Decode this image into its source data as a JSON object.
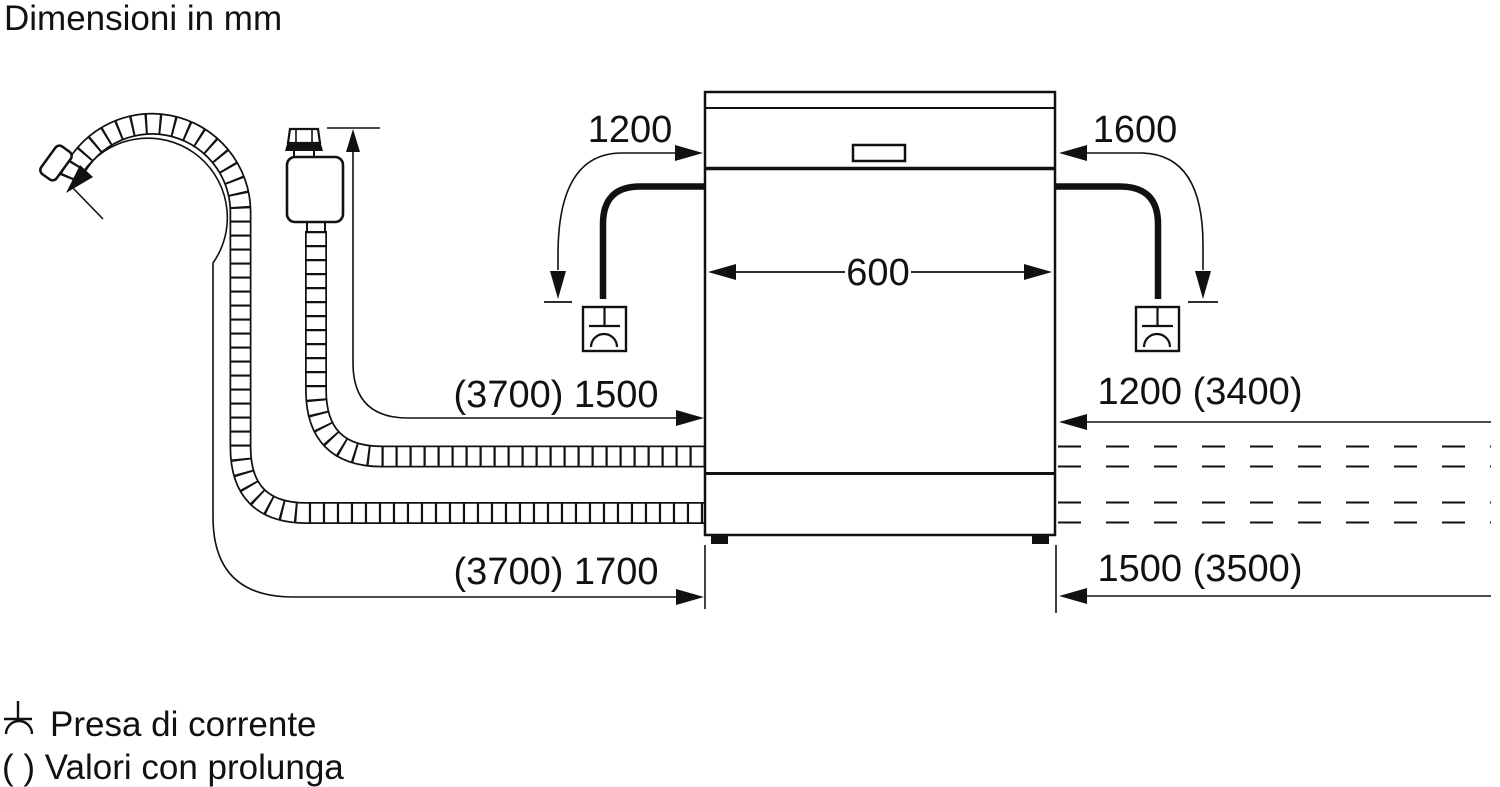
{
  "title": "Dimensioni in mm",
  "colors": {
    "ink": "#111111",
    "background": "#ffffff"
  },
  "diagram": {
    "appliance": "dishwasher-front-view",
    "labels": {
      "power_cord_left": "1200",
      "power_cord_right": "1600",
      "appliance_width": "600",
      "inlet_hose": "(3700) 1500",
      "inlet_right": "1200 (3400)",
      "drain_hose": "(3700) 1700",
      "drain_right": "1500 (3500)"
    }
  },
  "legend": {
    "socket_label": "Presa di corrente",
    "extension_label": "( ) Valori con prolunga"
  },
  "icons": {
    "socket": "power-socket-symbol"
  }
}
